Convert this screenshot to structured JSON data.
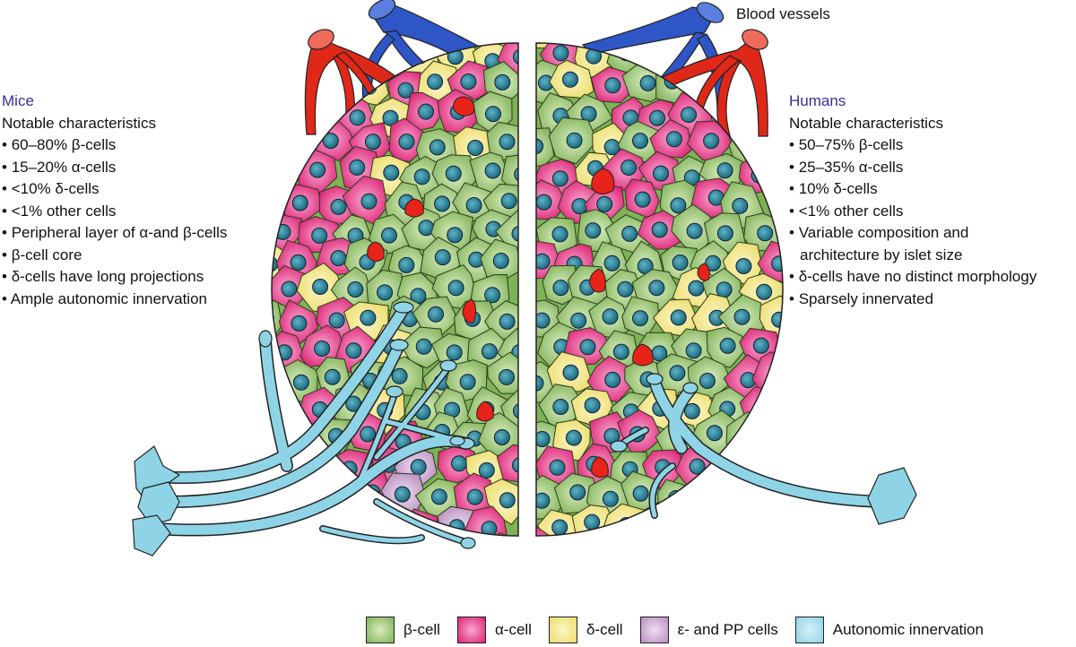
{
  "labels": {
    "blood_vessels": "Blood vessels"
  },
  "mice": {
    "heading": "Mice",
    "subheading": "Notable characteristics",
    "bullets": [
      "60–80% β-cells",
      "15–20% α-cells",
      "<10% δ-cells",
      "<1% other cells",
      "Peripheral layer of α-and β-cells",
      "β-cell core",
      "δ-cells have long projections",
      "Ample autonomic innervation"
    ]
  },
  "humans": {
    "heading": "Humans",
    "subheading": "Notable characteristics",
    "bullets": [
      "50–75% β-cells",
      "25–35% α-cells",
      "10% δ-cells",
      "<1% other cells",
      "Variable composition and",
      "architecture by islet size",
      "δ-cells have no distinct morphology",
      "Sparsely innervated"
    ]
  },
  "legend": [
    {
      "label": "β-cell",
      "color": "#8fbf63"
    },
    {
      "label": "α-cell",
      "color": "#e5287e"
    },
    {
      "label": "δ-cell",
      "color": "#f1e47c"
    },
    {
      "label": "ε- and PP cells",
      "color": "#c39bc9"
    },
    {
      "label": "Autonomic innervation",
      "color": "#8fd4e6"
    }
  ],
  "colors": {
    "beta": "#8fbf63",
    "alpha": "#e5287e",
    "delta": "#f1e47c",
    "epsilon": "#c39bc9",
    "nerve": "#8fd4e6",
    "nucleus": "#2a7f95",
    "artery": "#e02818",
    "vein": "#2f56c6",
    "red_cell": "#e8241a"
  }
}
